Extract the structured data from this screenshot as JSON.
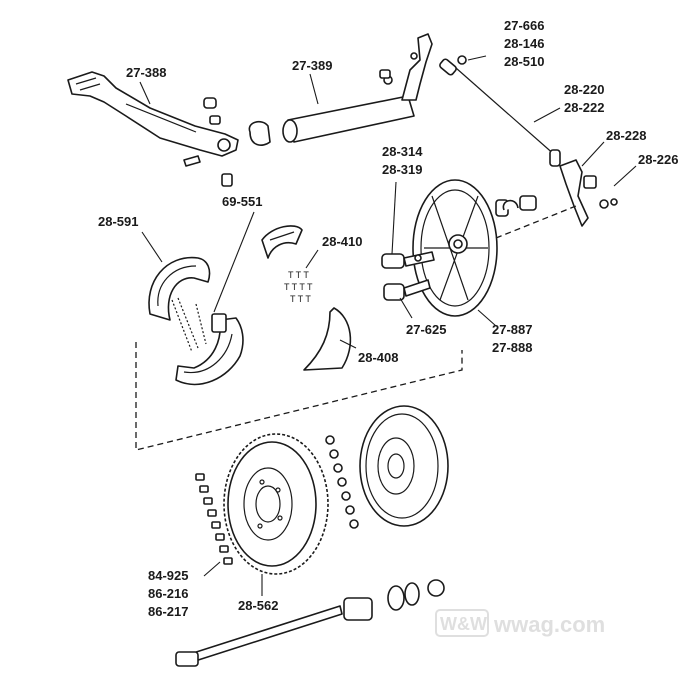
{
  "labels": {
    "l27388": "27-388",
    "l27389": "27-389",
    "l27666": "27-666",
    "l28146": "28-146",
    "l28510": "28-510",
    "l28220": "28-220",
    "l28222": "28-222",
    "l28228": "28-228",
    "l28226": "28-226",
    "l28314": "28-314",
    "l28319": "28-319",
    "l69551": "69-551",
    "l28591": "28-591",
    "l28410": "28-410",
    "l27625": "27-625",
    "l27887": "27-887",
    "l27888": "27-888",
    "l28408": "28-408",
    "l84925": "84-925",
    "l86216": "86-216",
    "l86217": "86-217",
    "l28562": "28-562"
  },
  "watermark": {
    "badge": "W&W",
    "site": "wwag.com"
  }
}
